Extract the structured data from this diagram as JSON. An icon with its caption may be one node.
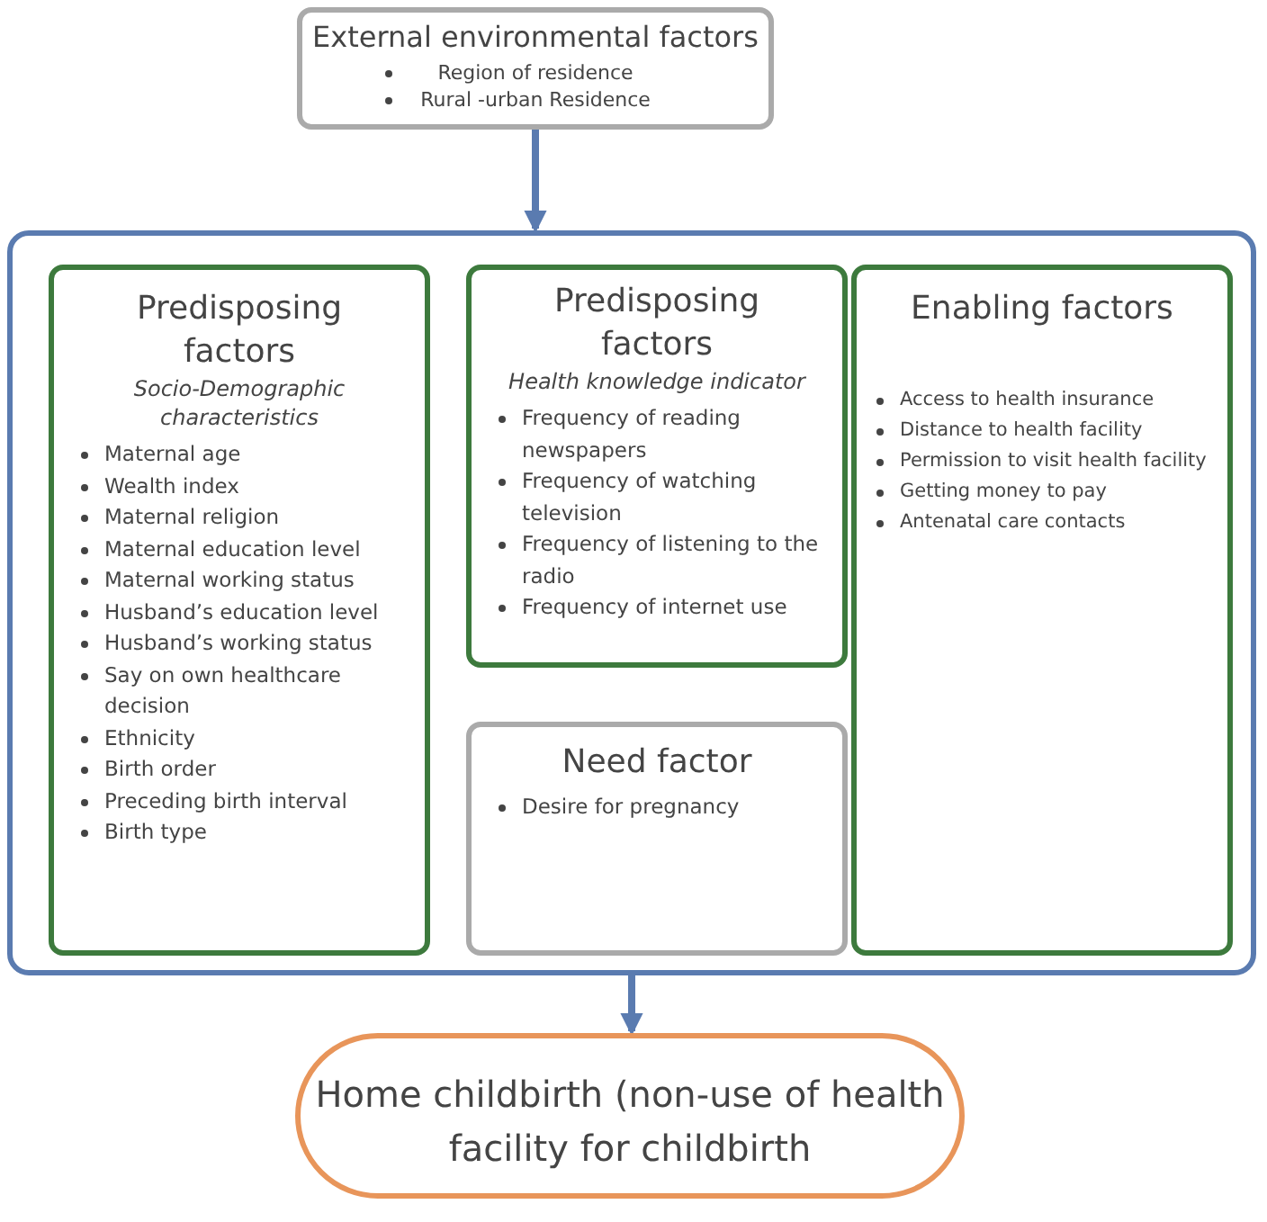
{
  "diagram": {
    "nodes": [
      {
        "text": [
          "External environmental factors",
          "Region of residence",
          "Rural -urban Residence"
        ]
      },
      {
        "text": [],
        "shape": "box"
      },
      {
        "text": [
          "Predisposing factors",
          "Socio-Demographic characteristics",
          "Maternal age",
          "Wealth index",
          "Maternal religion",
          "Maternal education level",
          "Maternal working status",
          "Husband’s education level",
          "Husband’s working status",
          "Say on own healthcare decision",
          "Ethnicity",
          "Birth order",
          "Preceding birth interval",
          "Birth type"
        ],
        "in": 1
      },
      {
        "text": [
          "Predisposing factors",
          "Health knowledge indicator",
          "Frequency of reading newspapers",
          "Frequency of watching television",
          "Frequency of listening to the radio",
          "Frequency of internet use"
        ],
        "in": 1
      },
      {
        "text": [
          "Need factor",
          "Desire for pregnancy"
        ],
        "in": 1
      },
      {
        "text": [
          "Enabling factors",
          "Access to health insurance",
          "Distance to health facility",
          "Permission to visit health facility",
          "Getting money to pay",
          "Antenatal care contacts"
        ],
        "in": 1
      },
      {
        "text": [
          "Home childbirth (non-use of health facility for childbirth"
        ]
      }
    ],
    "edges": [
      {
        "from": 0,
        "to": 1,
        "arrow": "to"
      },
      {
        "from": 1,
        "to": 6,
        "arrow": "to"
      }
    ]
  }
}
